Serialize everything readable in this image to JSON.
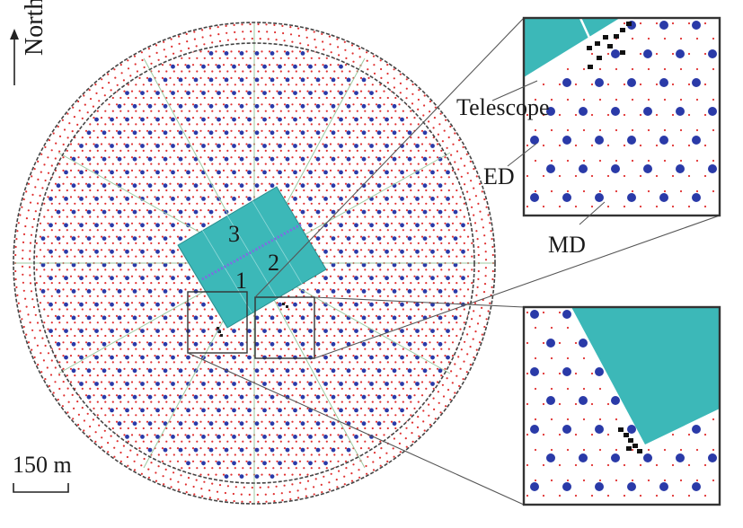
{
  "north_label": "North",
  "scale_label": "150 m",
  "pond_labels": [
    "1",
    "2",
    "3"
  ],
  "inset_labels": {
    "telescope": "Telescope",
    "ed": "ED",
    "md": "MD"
  },
  "colors": {
    "pond": "#3cb8b8",
    "md_dot": "#2a3aa8",
    "ed_dot": "#e03030",
    "boundary": "#555555",
    "grid_line": "#9cc9a0",
    "zoom_box": "#333333",
    "telescope": "#111111"
  }
}
